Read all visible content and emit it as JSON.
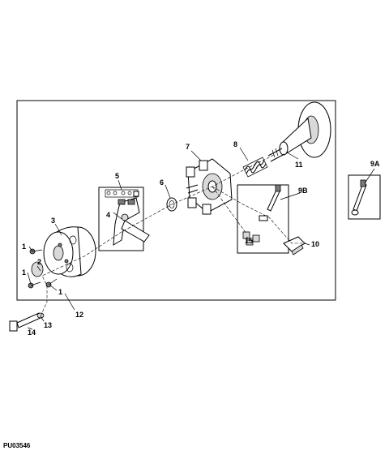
{
  "figure_code": "PU03546",
  "callouts": {
    "c1a": "1",
    "c1b": "1",
    "c1c": "1",
    "c2": "2",
    "c3": "3",
    "c4": "4",
    "c5": "5",
    "c6": "6",
    "c7": "7",
    "c8": "8",
    "c9a": "9A",
    "c9b": "9B",
    "c10": "10",
    "c11": "11",
    "c12": "12",
    "c13": "13",
    "c14": "14",
    "c15": "15"
  }
}
